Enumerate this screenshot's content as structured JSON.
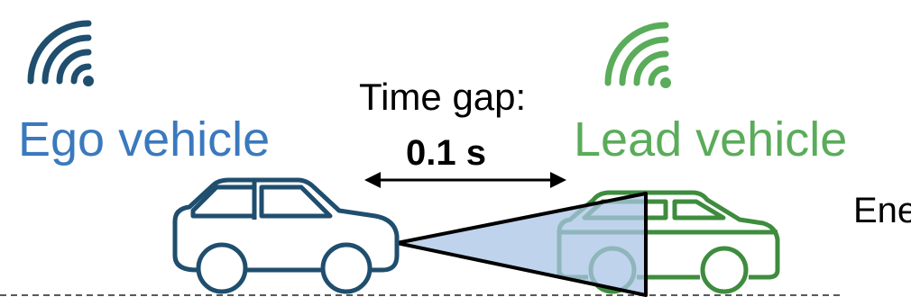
{
  "ego": {
    "label": "Ego vehicle"
  },
  "lead": {
    "label": "Lead vehicle"
  },
  "time_gap": {
    "title": "Time gap:",
    "value": "0.1 s"
  },
  "partial_text": "Ene",
  "colors": {
    "ego": "#1f4e6e",
    "ego_label": "#3a79bd",
    "lead": "#3e8c3e",
    "lead_label": "#5aac5a",
    "sensor_cone": "#a9c4e6"
  },
  "icons": [
    "wifi-signal-icon",
    "car-icon",
    "double-arrow-icon"
  ]
}
